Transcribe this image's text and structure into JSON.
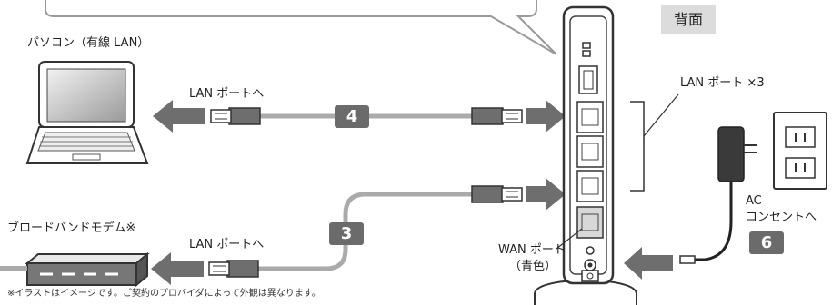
{
  "labels": {
    "rear": "背面",
    "pc": "パソコン（有線 LAN）",
    "lan_to_pc": "LAN ポートへ",
    "lan_ports": "LAN ポート ×3",
    "modem": "ブロードバンドモデム※",
    "lan_to_modem": "LAN ポートへ",
    "wan_port": "WAN ポート",
    "wan_color": "（青色）",
    "ac": "AC",
    "outlet": "コンセントへ",
    "note": "※イラストはイメージです。ご契約のプロバイダによって外観は異なります。"
  },
  "steps": {
    "lan": "4",
    "wan": "3",
    "power": "6"
  },
  "colors": {
    "badge": "#6b6b6b",
    "arrow": "#6e6e6e",
    "cable": "#aaaaaa",
    "rear_tag": "#dcdcdc"
  }
}
